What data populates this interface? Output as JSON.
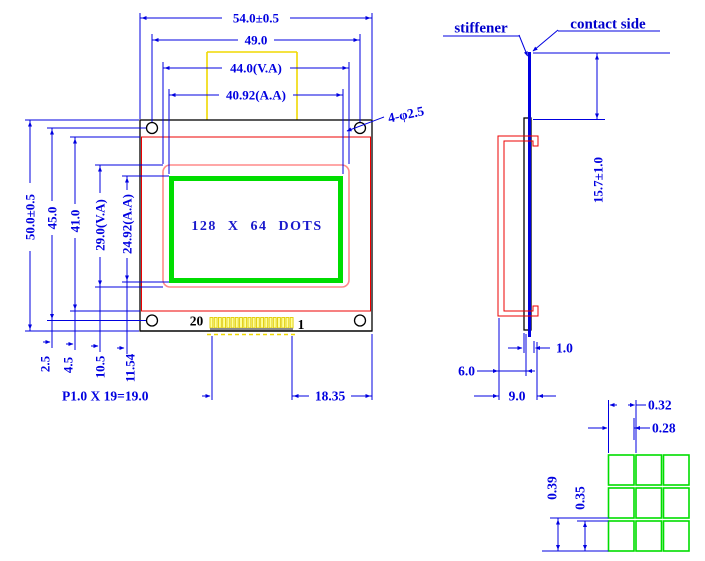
{
  "drawing": {
    "front_view": {
      "display_text": "128 X 64 DOTS",
      "pin_left_label": "20",
      "pin_right_label": "1",
      "dims": {
        "width_total": "54.0±0.5",
        "hole_spacing_h": "49.0",
        "va_width": "44.0(V.A)",
        "aa_width": "40.92(A.A)",
        "height_total": "50.0±0.5",
        "hole_spacing_v": "45.0",
        "glass_height": "41.0",
        "va_height": "29.0(V.A)",
        "aa_height": "24.92(A.A)",
        "offset_hole": "2.5",
        "offset_glass": "4.5",
        "offset_va": "10.5",
        "offset_aa": "11.54",
        "pin_pitch": "P1.0 X 19=19.0",
        "pin_margin": "18.35",
        "hole_callout": "4-φ2.5"
      }
    },
    "side_view": {
      "label_stiffener": "stiffener",
      "label_contact": "contact side",
      "dims": {
        "tail_length": "15.7±1.0",
        "thickness": "1.0",
        "depth_front": "6.0",
        "depth_total": "9.0"
      }
    },
    "dot_detail": {
      "dims": {
        "pitch_h": "0.32",
        "dot_w": "0.28",
        "pitch_v": "0.39",
        "dot_h": "0.35"
      }
    },
    "colors": {
      "dimension_blue": "#0000e0",
      "outline_black": "#000000",
      "glass_red": "#ee0000",
      "viewing_area_salmon": "#ff8a8a",
      "active_area_green": "#00dd00",
      "fpc_yellow": "#f0d800"
    }
  }
}
